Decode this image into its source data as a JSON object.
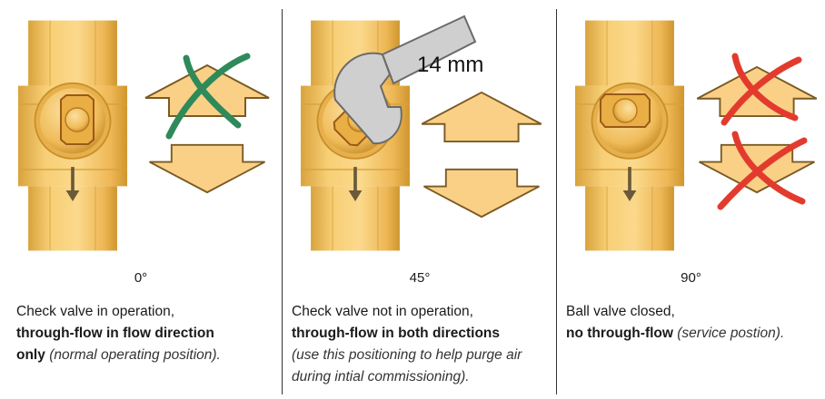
{
  "panels": [
    {
      "angle": "0°",
      "line1": "Check valve in operation,",
      "bold": "through-flow in flow direction only",
      "bold_a": "through-flow in flow direction",
      "bold_b": "only",
      "italic": "(normal operating position).",
      "arrows": "green-crossed-up",
      "icon": "ball-valve-0deg"
    },
    {
      "angle": "45°",
      "line1": "Check valve not in operation,",
      "bold": "through-flow in both directions",
      "italic_a": "(use this positioning to help purge air",
      "italic_b": "during intial commissioning).",
      "wrench_label": "14 mm",
      "icon": "ball-valve-45deg-wrench"
    },
    {
      "angle": "90°",
      "line1": "Ball valve closed,",
      "bold": "no through-flow",
      "italic": "(service postion).",
      "arrows": "red-crossed-both",
      "icon": "ball-valve-90deg"
    }
  ],
  "colors": {
    "brass": "#f3c260",
    "brass_dark": "#d49a2f",
    "brass_light": "#fbd98c",
    "arrow_fill": "#fad087",
    "arrow_stroke": "#7a5a24",
    "green_cross": "#2f8a5a",
    "red_cross": "#e23b2e",
    "wrench": "#c9c9c9"
  }
}
